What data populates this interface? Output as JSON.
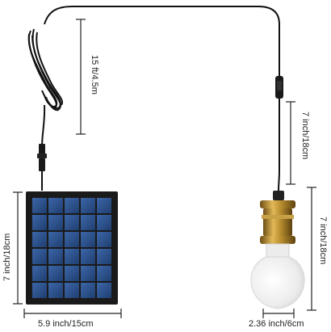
{
  "dimensions": {
    "cable_length": "15 ft/4.5m",
    "switch_wire_length": "7 inch/18cm",
    "panel_height": "7 inch/18cm",
    "panel_width": "5.9 inch/15cm",
    "bulb_height": "7 inch/18cm",
    "bulb_width": "2.36 inch/6cm"
  },
  "colors": {
    "cable": "#111111",
    "panel_frame": "#1a1a1a",
    "cell": "#2c4f86",
    "socket_brass": "#b48a2e",
    "bulb": "#f4f4f4"
  }
}
